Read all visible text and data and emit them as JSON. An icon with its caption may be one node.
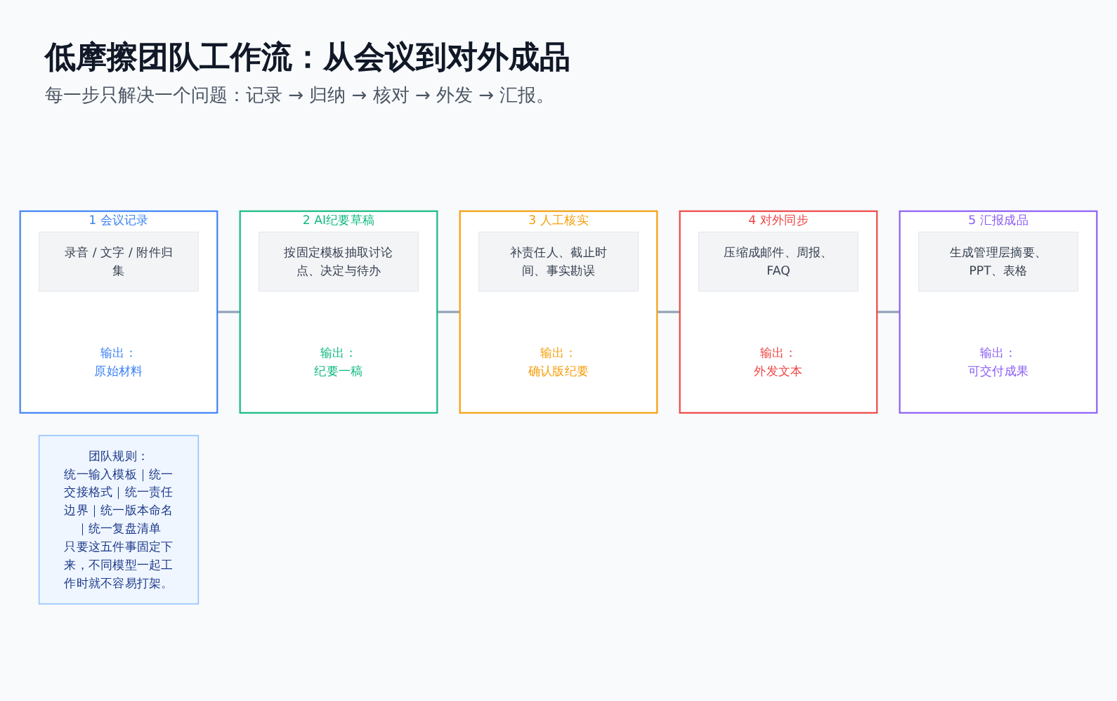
{
  "diagram": {
    "title": "低摩擦团队工作流：从会议到对外成品",
    "nodes": [
      {
        "text": [
          "1 会议记录",
          "输出：",
          "原始材料"
        ]
      },
      {
        "text": [
          "录音 / 文字 / 附件归集"
        ],
        "in": 0
      },
      {
        "text": [
          "2 AI纪要草稿",
          "输出：",
          "纪要一稿"
        ]
      },
      {
        "text": [
          "按固定模板抽取讨论点、决定与待办"
        ],
        "in": 2
      },
      {
        "text": [
          "3 人工核实",
          "输出：",
          "确认版纪要"
        ]
      },
      {
        "text": [
          "补责任人、截止时间、事实勘误"
        ],
        "in": 4
      },
      {
        "text": [
          "4 对外同步",
          "输出：",
          "外发文本"
        ]
      },
      {
        "text": [
          "压缩成邮件、周报、FAQ"
        ],
        "in": 6
      },
      {
        "text": [
          "5 汇报成品",
          "输出：",
          "可交付成果"
        ]
      },
      {
        "text": [
          "生成管理层摘要、PPT、表格"
        ],
        "in": 8
      },
      {
        "text": [
          "团队规则：",
          "统一输入模板｜统一交接格式｜统一责任边界｜统一版本命名｜统一复盘清单",
          "只要这五件事固定下来，不同模型一起工作时就不容易打架。"
        ]
      }
    ],
    "edges": [
      {
        "from": 0,
        "to": 2,
        "arrow": "none"
      },
      {
        "from": 2,
        "to": 4,
        "arrow": "none"
      },
      {
        "from": 4,
        "to": 6,
        "arrow": "none"
      },
      {
        "from": 6,
        "to": 8,
        "arrow": "none"
      }
    ],
    "labels": [
      "每一步只解决一个问题：记录 → 归纳 → 核对 → 外发 → 汇报。"
    ]
  }
}
